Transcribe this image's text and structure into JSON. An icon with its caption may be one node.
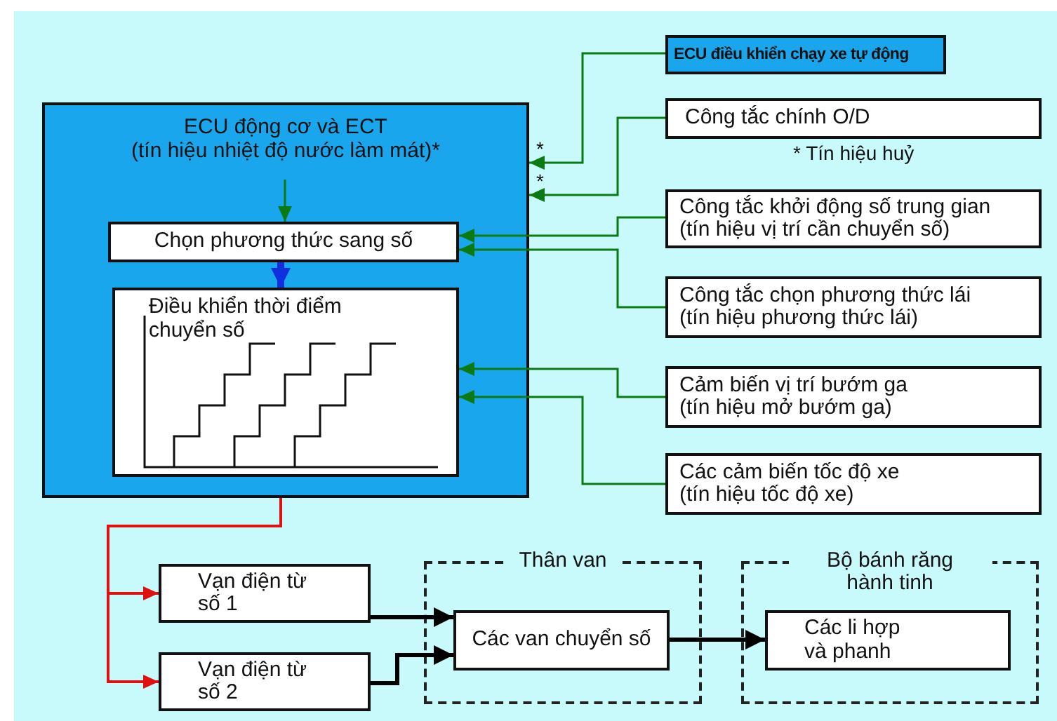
{
  "diagram": {
    "nodes": [
      {
        "text": [
          "ECU động cơ và ECT",
          "(tín hiệu nhiệt độ nước làm mát)*"
        ]
      },
      {
        "text": [
          "Chọn phương thức sang số"
        ],
        "in": 0
      },
      {
        "text": [
          "Điều khiển thời điểm chuyển số"
        ],
        "in": 0
      },
      {
        "text": [
          "ECU điều khiển chạy xe tự động"
        ]
      },
      {
        "text": [
          "Công tắc chính O/D"
        ]
      },
      {
        "text": [
          "Công tắc khởi động số trung gian",
          "(tín hiệu vị trí cần chuyển số)"
        ]
      },
      {
        "text": [
          "Công tắc chọn phương thức lái",
          "(tín hiệu phương thức lái)"
        ]
      },
      {
        "text": [
          "Cảm biến vị trí bướm ga",
          "(tín hiệu mở bướm ga)"
        ]
      },
      {
        "text": [
          "Các cảm biến tốc độ xe",
          "(tín hiệu tốc độ xe)"
        ]
      },
      {
        "text": [
          "Vạn điện từ số 1"
        ]
      },
      {
        "text": [
          "Vạn điện từ số 2"
        ]
      },
      {
        "text": [
          "Thân van"
        ]
      },
      {
        "text": [
          "Các van chuyển số"
        ],
        "in": 11
      },
      {
        "text": [
          "Bộ bánh răng hành tinh"
        ]
      },
      {
        "text": [
          "Các li hợp và phanh"
        ],
        "in": 13
      }
    ],
    "edges": [
      {
        "from": 3,
        "to": 0,
        "arrow": "to"
      },
      {
        "from": 4,
        "to": 0,
        "arrow": "to"
      },
      {
        "from": null,
        "to": 1,
        "arrow": "to"
      },
      {
        "from": 1,
        "to": 2,
        "arrow": "to",
        "style": "thick",
        "color": "#1030e0"
      },
      {
        "from": 5,
        "to": 1,
        "arrow": "to"
      },
      {
        "from": 6,
        "to": 1,
        "arrow": "to"
      },
      {
        "from": 7,
        "to": 2,
        "arrow": "to"
      },
      {
        "from": 8,
        "to": 2,
        "arrow": "to"
      },
      {
        "from": 0,
        "to": 9,
        "arrow": "to",
        "color": "#e01010"
      },
      {
        "from": 0,
        "to": 10,
        "arrow": "to",
        "color": "#e01010"
      },
      {
        "from": 9,
        "to": 12,
        "arrow": "to",
        "style": "thick",
        "color": "#000000"
      },
      {
        "from": 10,
        "to": 12,
        "arrow": "to",
        "style": "thick",
        "color": "#000000"
      },
      {
        "from": 12,
        "to": 14,
        "arrow": "to",
        "style": "thick",
        "color": "#000000"
      }
    ],
    "labels": [
      "*",
      "*",
      "* Tín hiệu huỷ"
    ]
  }
}
